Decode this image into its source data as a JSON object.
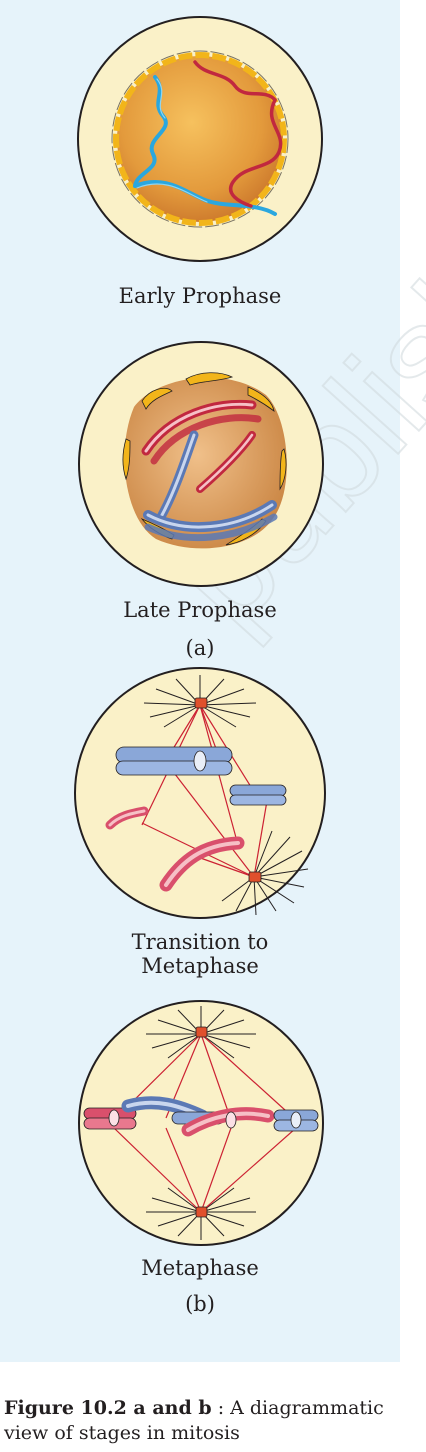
{
  "stages": {
    "early_prophase": "Early Prophase",
    "late_prophase": "Late Prophase",
    "part_a": "(a)",
    "transition_line1": "Transition to",
    "transition_line2": "Metaphase",
    "metaphase": "Metaphase",
    "part_b": "(b)"
  },
  "caption": {
    "label": "Figure 10.2 a and b",
    "text": " : A diagrammatic view of stages in mitosis"
  },
  "watermark": "published",
  "colors": {
    "panel": "#e6f3fa",
    "cytoplasm": "#faf1c8",
    "nucleus": "#e39a3c",
    "envelope": "#f2b51a",
    "chromatin_blue": "#2aa7df",
    "chromatin_red": "#c1283f",
    "spindle": "#cc2233"
  }
}
